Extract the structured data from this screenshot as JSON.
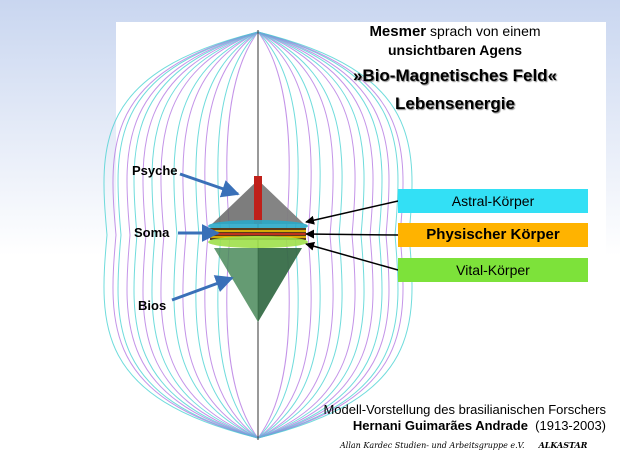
{
  "title": {
    "line1_bold": "Mesmer",
    "line1_rest": "sprach von einem",
    "line2": "unsichtbaren Agens",
    "line3": "»Bio-Magnetisches Feld«",
    "line4": "Lebensenergie"
  },
  "left_labels": {
    "psyche": "Psyche",
    "soma": "Soma",
    "bios": "Bios"
  },
  "bodies": {
    "astral": "Astral-Körper",
    "physical": "Physischer Körper",
    "vital": "Vital-Körper"
  },
  "colors": {
    "astral": "#33e0f5",
    "physical": "#ffb300",
    "vital": "#7de23a",
    "field_purple": "#b070e0",
    "field_cyan": "#40d0d0",
    "arrow_blue": "#3a70b8"
  },
  "caption": {
    "line1": "Modell-Vorstellung des brasilianischen Forschers",
    "name": "Hernani Guimarães Andrade",
    "years": "(1913-2003)"
  },
  "footer": {
    "org": "Allan Kardec Studien- und Arbeitsgruppe e.V.",
    "brand": "ALKASTAR"
  }
}
